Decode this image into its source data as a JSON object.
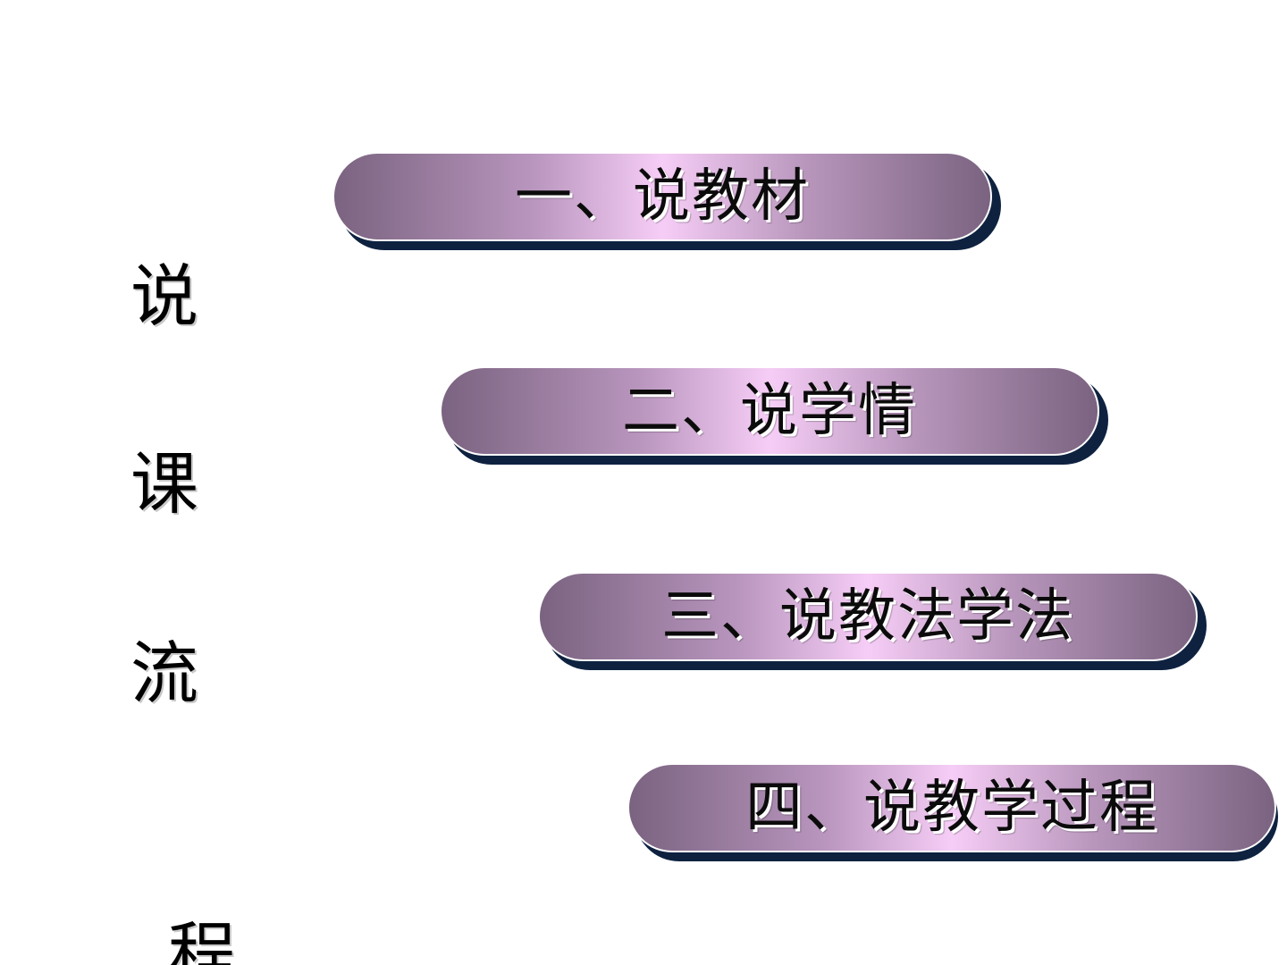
{
  "side_title": [
    "说",
    "课",
    "流",
    "程"
  ],
  "menu": [
    {
      "label": "一、说教材"
    },
    {
      "label": "二、说学情"
    },
    {
      "label": "三、说教法学法"
    },
    {
      "label": "四、说教学过程"
    }
  ],
  "colors": {
    "pill_edge": "#7a6380",
    "pill_center": "#f6cdf6",
    "pill_shadow": "#0e2240",
    "background": "#ffffff"
  }
}
